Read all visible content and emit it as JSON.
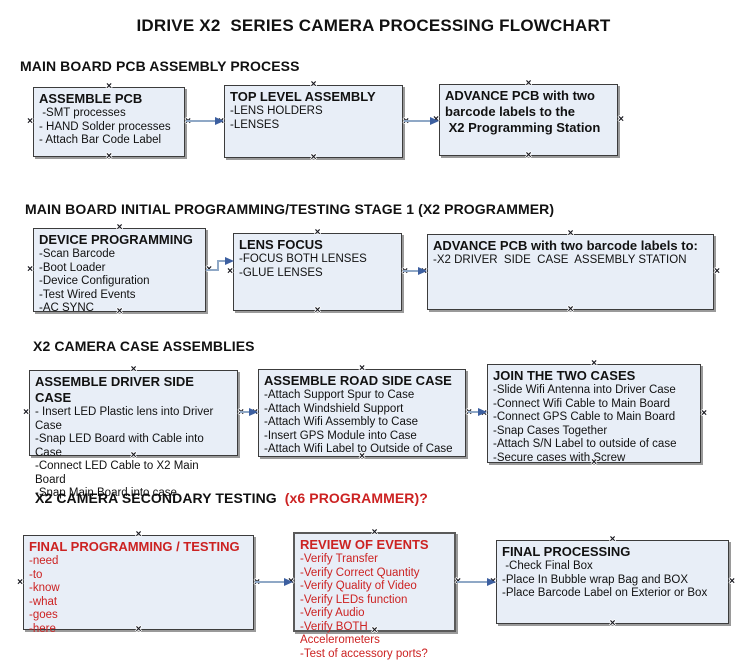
{
  "title": "IDRIVE X2  SERIES CAMERA PROCESSING FLOWCHART",
  "colors": {
    "box_fill": "#e8eef7",
    "box_border": "#3c3c3c",
    "shadow": "#9a9a9a",
    "arrow_line": "#8fa8c6",
    "arrow_head": "#3c5fa0",
    "red": "#cc2222",
    "text": "#111111",
    "bg": "#ffffff"
  },
  "icons": {
    "anchor": "×",
    "arrow_head": "right-pointing-triangle"
  },
  "sections": [
    {
      "header": "MAIN BOARD PCB ASSEMBLY PROCESS"
    },
    {
      "header": "MAIN BOARD INITIAL PROGRAMMING/TESTING STAGE 1 (X2 PROGRAMMER)"
    },
    {
      "header": "X2 CAMERA CASE ASSEMBLIES"
    },
    {
      "header": "X2 CAMERA SECONDARY TESTING  ",
      "header_red": "(x6 PROGRAMMER)?"
    }
  ],
  "boxes": {
    "assemble_pcb": {
      "title": "ASSEMBLE PCB",
      "items": [
        " -SMT processes",
        "- HAND Solder processes",
        "- Attach Bar Code Label"
      ]
    },
    "top_level_assembly": {
      "title": "TOP LEVEL ASSEMBLY",
      "items": [
        "-LENS HOLDERS",
        "-LENSES"
      ]
    },
    "advance_pcb_to_programming": {
      "title": "ADVANCE PCB with two\nbarcode labels to the\n X2 Programming Station",
      "items": []
    },
    "device_programming": {
      "title": "DEVICE PROGRAMMING",
      "items": [
        "-Scan Barcode",
        "-Boot Loader",
        "-Device Configuration",
        "-Test Wired Events",
        "-AC SYNC"
      ]
    },
    "lens_focus": {
      "title": "LENS FOCUS",
      "items": [
        "-FOCUS BOTH LENSES",
        "-GLUE LENSES"
      ]
    },
    "advance_pcb_to_case_station": {
      "title": "ADVANCE PCB with two barcode labels to:",
      "items": [
        "-X2 DRIVER  SIDE  CASE  ASSEMBLY STATION"
      ]
    },
    "assemble_driver_side_case": {
      "title": "ASSEMBLE DRIVER SIDE CASE",
      "items": [
        "- Insert LED Plastic lens into Driver Case",
        "-Snap LED Board with Cable into Case",
        "-Connect LED Cable to X2 Main Board",
        "-Snap Main Board into case"
      ]
    },
    "assemble_road_side_case": {
      "title": "ASSEMBLE ROAD SIDE CASE",
      "items": [
        "-Attach Support Spur to Case",
        "-Attach Windshield Support",
        "-Attach Wifi Assembly to Case",
        "-Insert GPS Module into Case",
        "-Attach Wifi Label to Outside of Case"
      ]
    },
    "join_the_two_cases": {
      "title": "JOIN THE TWO CASES",
      "items": [
        "-Slide Wifi Antenna into Driver Case",
        "-Connect Wifi Cable to Main Board",
        "-Connect GPS Cable to Main Board",
        "-Snap Cases Together",
        "-Attach S/N Label to outside of case",
        "-Secure cases with Screw"
      ]
    },
    "final_programming_testing": {
      "title": "FINAL PROGRAMMING / TESTING",
      "items": [
        "-need",
        "-to",
        "-know",
        "-what",
        "-goes",
        "-here"
      ]
    },
    "review_of_events": {
      "title": "REVIEW OF EVENTS",
      "items": [
        "-Verify Transfer",
        "-Verify Correct Quantity",
        "-Verify Quality of Video",
        "-Verify LEDs function",
        "-Verify Audio",
        "-Verify BOTH Accelerometers",
        "-Test of accessory ports?"
      ]
    },
    "final_processing": {
      "title": "FINAL PROCESSING",
      "items": [
        " -Check Final Box",
        "-Place In Bubble wrap Bag and BOX",
        "-Place Barcode Label on Exterior or Box"
      ]
    }
  }
}
